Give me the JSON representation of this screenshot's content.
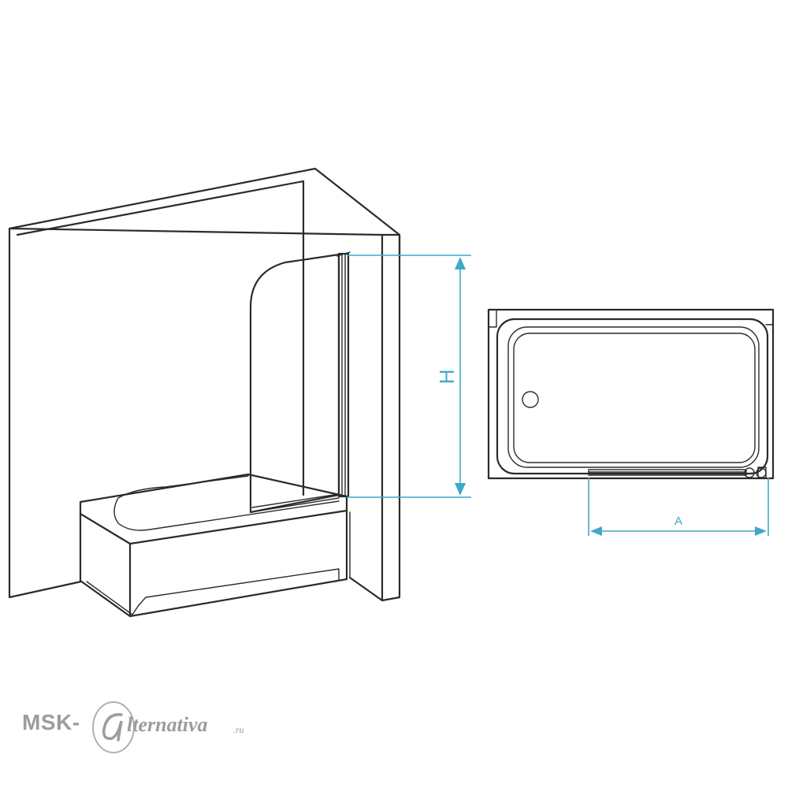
{
  "dimensions": {
    "height_label": "H",
    "width_label": "A"
  },
  "watermark": {
    "prefix": "MSK-",
    "main": "lternativa",
    "suffix": ".ru"
  },
  "colors": {
    "line": "#2b2b2b",
    "dimension": "#3fa9c9",
    "watermark": "#9c9c9c"
  }
}
